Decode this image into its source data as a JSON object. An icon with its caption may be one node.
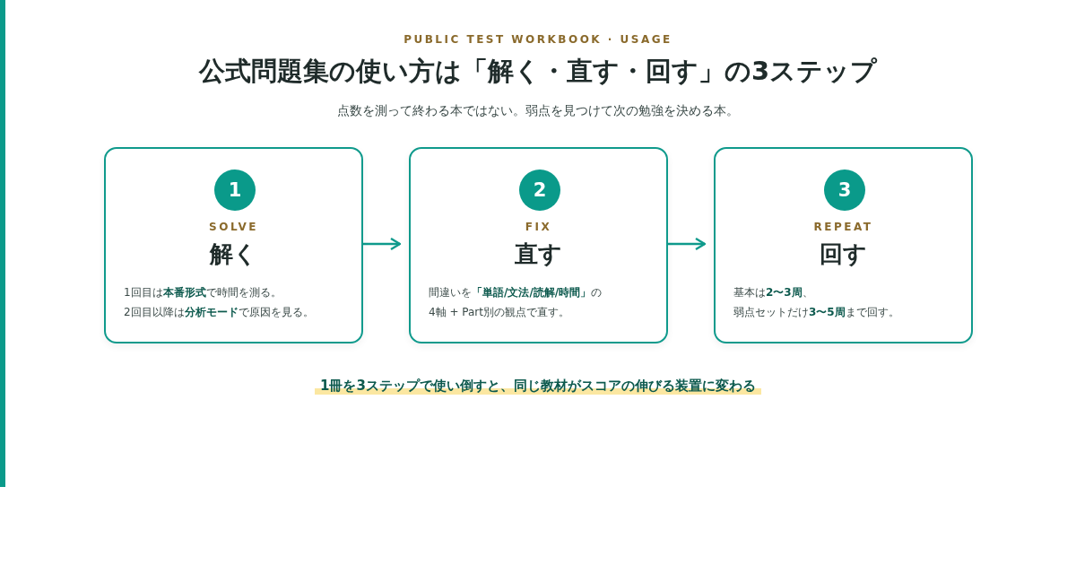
{
  "diagram": {
    "title": "公式問題集の使い方は「解く・直す・回す」の3ステップ",
    "caption": "1冊を3ステップで使い倒すと、同じ教材がスコアの伸びる装置に変わる",
    "nodes": [
      {
        "text": [
          "1",
          "SOLVE",
          "解く",
          "1回目は**本番形式**で時間を測る。",
          "2回目以降は**分析モード**で原因を見る。"
        ]
      },
      {
        "text": [
          "2",
          "FIX",
          "直す",
          "間違いを**「単語/文法/読解/時間」**の",
          "4軸 + Part別の観点で直す。"
        ]
      },
      {
        "text": [
          "3",
          "REPEAT",
          "回す",
          "基本は**2〜3周**、",
          "弱点セットだけ**3〜5周**まで回す。"
        ]
      }
    ],
    "edges": [
      {
        "from": 0,
        "to": 1,
        "arrow": "to"
      },
      {
        "from": 1,
        "to": 2,
        "arrow": "to"
      }
    ],
    "labels": [
      "PUBLIC TEST WORKBOOK · USAGE",
      "点数を測って終わる本ではない。弱点を見つけて次の勉強を決める本。"
    ]
  }
}
